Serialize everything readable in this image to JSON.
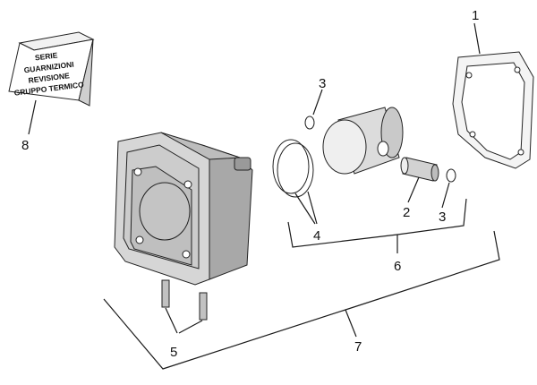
{
  "package_label": [
    "SERIE",
    "GUARNIZIONI",
    "REVISIONE",
    "GRUPPO TERMICO"
  ],
  "callouts": {
    "gasket": "1",
    "pin": "2",
    "clip_top": "3",
    "clip_right": "3",
    "rings": "4",
    "studs": "5",
    "piston_group": "6",
    "cylinder_group": "7",
    "gasket_kit": "8"
  },
  "colors": {
    "line": "#1a1a1a",
    "part_fill": "#d9d9d9",
    "part_dark": "#9a9a9a",
    "background": "#ffffff"
  },
  "icons": [
    "gasket-kit-package-icon",
    "cylinder-icon",
    "piston-icon",
    "piston-ring-icon",
    "piston-pin-icon",
    "circlip-icon",
    "stud-icon",
    "base-gasket-icon"
  ]
}
